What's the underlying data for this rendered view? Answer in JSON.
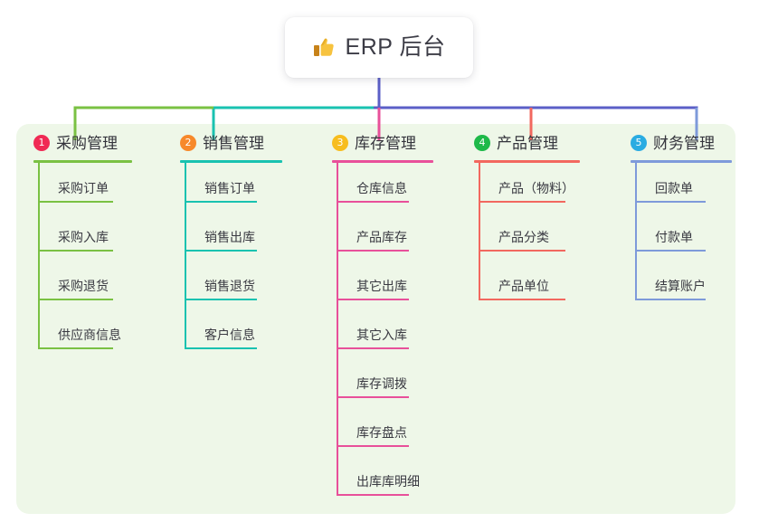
{
  "root": {
    "icon": "thumbs-up-icon",
    "title": "ERP 后台"
  },
  "colors": {
    "page_background": "#ffffff",
    "panel_background": "#eef7e8",
    "bus_line": "#5b5fc7",
    "col1": "#7ac143",
    "col2": "#19c2b0",
    "col3": "#e8509a",
    "col4": "#f2685f",
    "col5": "#7e9ada",
    "badge1": "#f02a54",
    "badge2": "#f7892b",
    "badge3": "#f7bd1e",
    "badge4": "#1eb949",
    "badge5": "#2aace2",
    "title_text": "#34343c",
    "leaf_text": "#3a3a42"
  },
  "columns": [
    {
      "number": "1",
      "title": "采购管理",
      "badge_color": "#f02a54",
      "line_color": "#7ac143",
      "leaves": [
        "采购订单",
        "采购入库",
        "采购退货",
        "供应商信息"
      ]
    },
    {
      "number": "2",
      "title": "销售管理",
      "badge_color": "#f7892b",
      "line_color": "#19c2b0",
      "leaves": [
        "销售订单",
        "销售出库",
        "销售退货",
        "客户信息"
      ]
    },
    {
      "number": "3",
      "title": "库存管理",
      "badge_color": "#f7bd1e",
      "line_color": "#e8509a",
      "leaves": [
        "仓库信息",
        "产品库存",
        "其它出库",
        "其它入库",
        "库存调拨",
        "库存盘点",
        "出库库明细"
      ]
    },
    {
      "number": "4",
      "title": "产品管理",
      "badge_color": "#1eb949",
      "line_color": "#f2685f",
      "leaves": [
        "产品（物料）",
        "产品分类",
        "产品单位"
      ]
    },
    {
      "number": "5",
      "title": "财务管理",
      "badge_color": "#2aace2",
      "line_color": "#7e9ada",
      "leaves": [
        "回款单",
        "付款单",
        "结算账户"
      ]
    }
  ]
}
